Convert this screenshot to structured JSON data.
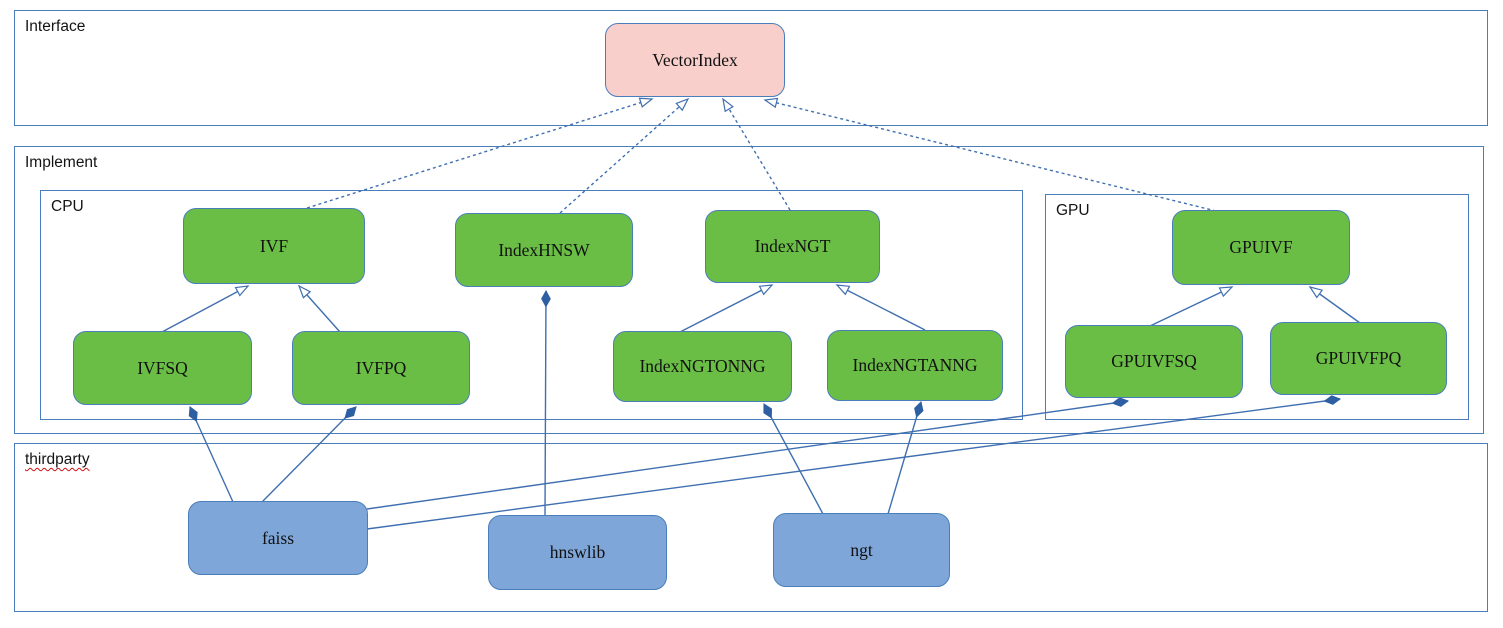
{
  "diagram": {
    "type": "uml-class-diagram",
    "containers": {
      "interface": {
        "label": "Interface"
      },
      "implement": {
        "label": "Implement"
      },
      "cpu": {
        "label": "CPU"
      },
      "gpu": {
        "label": "GPU"
      },
      "thirdparty": {
        "label": "thirdparty",
        "spellcheck_underline": true
      }
    },
    "nodes": {
      "VectorIndex": {
        "label": "VectorIndex",
        "group": "interface",
        "kind": "interface"
      },
      "IVF": {
        "label": "IVF",
        "group": "cpu",
        "kind": "class"
      },
      "IndexHNSW": {
        "label": "IndexHNSW",
        "group": "cpu",
        "kind": "class"
      },
      "IndexNGT": {
        "label": "IndexNGT",
        "group": "cpu",
        "kind": "class"
      },
      "IVFSQ": {
        "label": "IVFSQ",
        "group": "cpu",
        "kind": "class"
      },
      "IVFPQ": {
        "label": "IVFPQ",
        "group": "cpu",
        "kind": "class"
      },
      "IndexNGTONNG": {
        "label": "IndexNGTONNG",
        "group": "cpu",
        "kind": "class"
      },
      "IndexNGTANNG": {
        "label": "IndexNGTANNG",
        "group": "cpu",
        "kind": "class"
      },
      "GPUIVF": {
        "label": "GPUIVF",
        "group": "gpu",
        "kind": "class"
      },
      "GPUIVFSQ": {
        "label": "GPUIVFSQ",
        "group": "gpu",
        "kind": "class"
      },
      "GPUIVFPQ": {
        "label": "GPUIVFPQ",
        "group": "gpu",
        "kind": "class"
      },
      "faiss": {
        "label": "faiss",
        "group": "thirdparty",
        "kind": "library"
      },
      "hnswlib": {
        "label": "hnswlib",
        "group": "thirdparty",
        "kind": "library"
      },
      "ngt": {
        "label": "ngt",
        "group": "thirdparty",
        "kind": "library"
      }
    },
    "edges": [
      {
        "from": "IVF",
        "to": "VectorIndex",
        "type": "realization"
      },
      {
        "from": "IndexHNSW",
        "to": "VectorIndex",
        "type": "realization"
      },
      {
        "from": "IndexNGT",
        "to": "VectorIndex",
        "type": "realization"
      },
      {
        "from": "GPUIVF",
        "to": "VectorIndex",
        "type": "realization"
      },
      {
        "from": "IVFSQ",
        "to": "IVF",
        "type": "generalization"
      },
      {
        "from": "IVFPQ",
        "to": "IVF",
        "type": "generalization"
      },
      {
        "from": "IndexNGTONNG",
        "to": "IndexNGT",
        "type": "generalization"
      },
      {
        "from": "IndexNGTANNG",
        "to": "IndexNGT",
        "type": "generalization"
      },
      {
        "from": "GPUIVFSQ",
        "to": "GPUIVF",
        "type": "generalization"
      },
      {
        "from": "GPUIVFPQ",
        "to": "GPUIVF",
        "type": "generalization"
      },
      {
        "from": "faiss",
        "to": "IVFSQ",
        "type": "composition"
      },
      {
        "from": "faiss",
        "to": "IVFPQ",
        "type": "composition"
      },
      {
        "from": "faiss",
        "to": "GPUIVFSQ",
        "type": "composition"
      },
      {
        "from": "faiss",
        "to": "GPUIVFPQ",
        "type": "composition"
      },
      {
        "from": "hnswlib",
        "to": "IndexHNSW",
        "type": "composition"
      },
      {
        "from": "ngt",
        "to": "IndexNGTONNG",
        "type": "composition"
      },
      {
        "from": "ngt",
        "to": "IndexNGTANNG",
        "type": "composition"
      }
    ],
    "colors": {
      "interface_node_fill": "#f8cfca",
      "class_node_fill": "#6abe45",
      "library_node_fill": "#7ea6d8",
      "node_border": "#4a7ebb",
      "container_border": "#4a7ebb",
      "edge_line": "#3f6fb0",
      "composition_diamond": "#2e5fa3",
      "label_text": "#141414",
      "spellcheck_wave": "#cc1111"
    }
  }
}
